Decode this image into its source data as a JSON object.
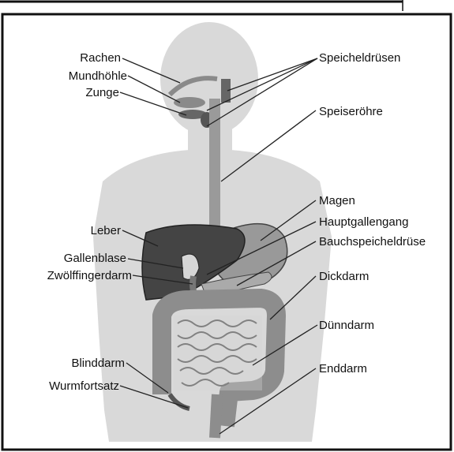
{
  "labels": {
    "rachen": "Rachen",
    "mundhoehle": "Mundhöhle",
    "zunge": "Zunge",
    "speicheldruesen": "Speicheldrüsen",
    "speiseroehre": "Speiseröhre",
    "magen": "Magen",
    "hauptgallengang": "Hauptgallengang",
    "bauchspeicheldruese": "Bauchspeicheldrüse",
    "leber": "Leber",
    "gallenblase": "Gallenblase",
    "zwoelffingerdarm": "Zwölffingerdarm",
    "dickdarm": "Dickdarm",
    "duenndarm": "Dünndarm",
    "blinddarm": "Blinddarm",
    "wurmfortsatz": "Wurmfortsatz",
    "enddarm": "Enddarm"
  },
  "colors": {
    "frame": "#111111",
    "body_fill": "#d9d9d9",
    "organ_dark": "#555555",
    "organ_mid": "#8a8a8a",
    "organ_light": "#b4b4b4",
    "line": "#222222"
  }
}
